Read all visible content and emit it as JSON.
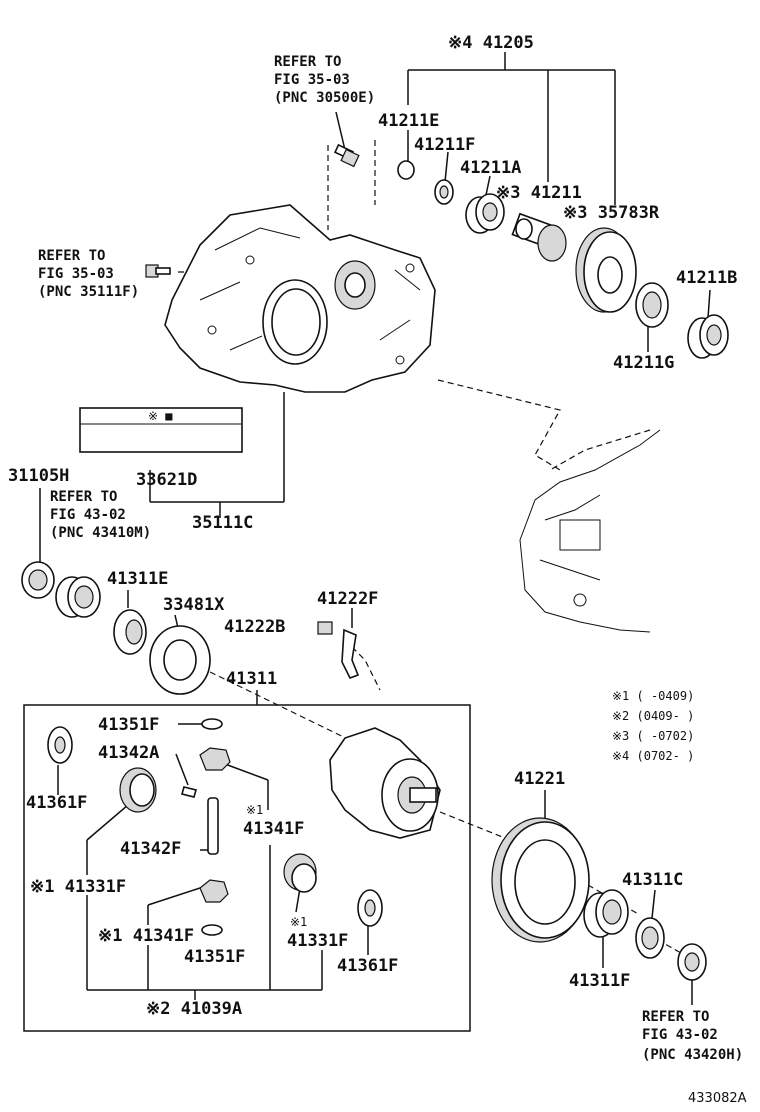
{
  "parts": {
    "p41205": "※4 41205",
    "p41211E": "41211E",
    "p41211F": "41211F",
    "p41211A": "41211A",
    "p41211": "※3 41211",
    "p35783R": "※3 35783R",
    "p41211B": "41211B",
    "p41211G": "41211G",
    "p31105H": "31105H",
    "p33621D": "33621D",
    "p35111C": "35111C",
    "p41311E": "41311E",
    "p33481X": "33481X",
    "p41222F": "41222F",
    "p41222B": "41222B",
    "p41311": "41311",
    "p41351F_top": "41351F",
    "p41342A": "41342A",
    "p41361F_left": "41361F",
    "p41341F_right_mark": "※1",
    "p41341F_right": "41341F",
    "p41342F": "41342F",
    "p41331F_left": "※1 41331F",
    "p41341F_left": "※1 41341F",
    "p41351F_bottom": "41351F",
    "p41331F_right_mark": "※1",
    "p41331F_right": "41331F",
    "p41361F_right": "41361F",
    "p41039A": "※2 41039A",
    "p41221": "41221",
    "p41311C": "41311C",
    "p41311F": "41311F"
  },
  "refs": {
    "top": [
      "REFER TO",
      "FIG 35-03",
      "(PNC 30500E)"
    ],
    "left": [
      "REFER TO",
      "FIG 35-03",
      "(PNC 35111F)"
    ],
    "mid": [
      "REFER TO",
      "FIG 43-02",
      "(PNC 43410M)"
    ],
    "bottom": [
      "REFER TO",
      "FIG 43-02",
      "(PNC 43420H)"
    ]
  },
  "notes": [
    "※1 (    -0409)",
    "※2 (0409-    )",
    "※3 (    -0702)",
    "※4 (0702-    )"
  ],
  "label_box": "※ ■",
  "diagram_code": "433082A"
}
